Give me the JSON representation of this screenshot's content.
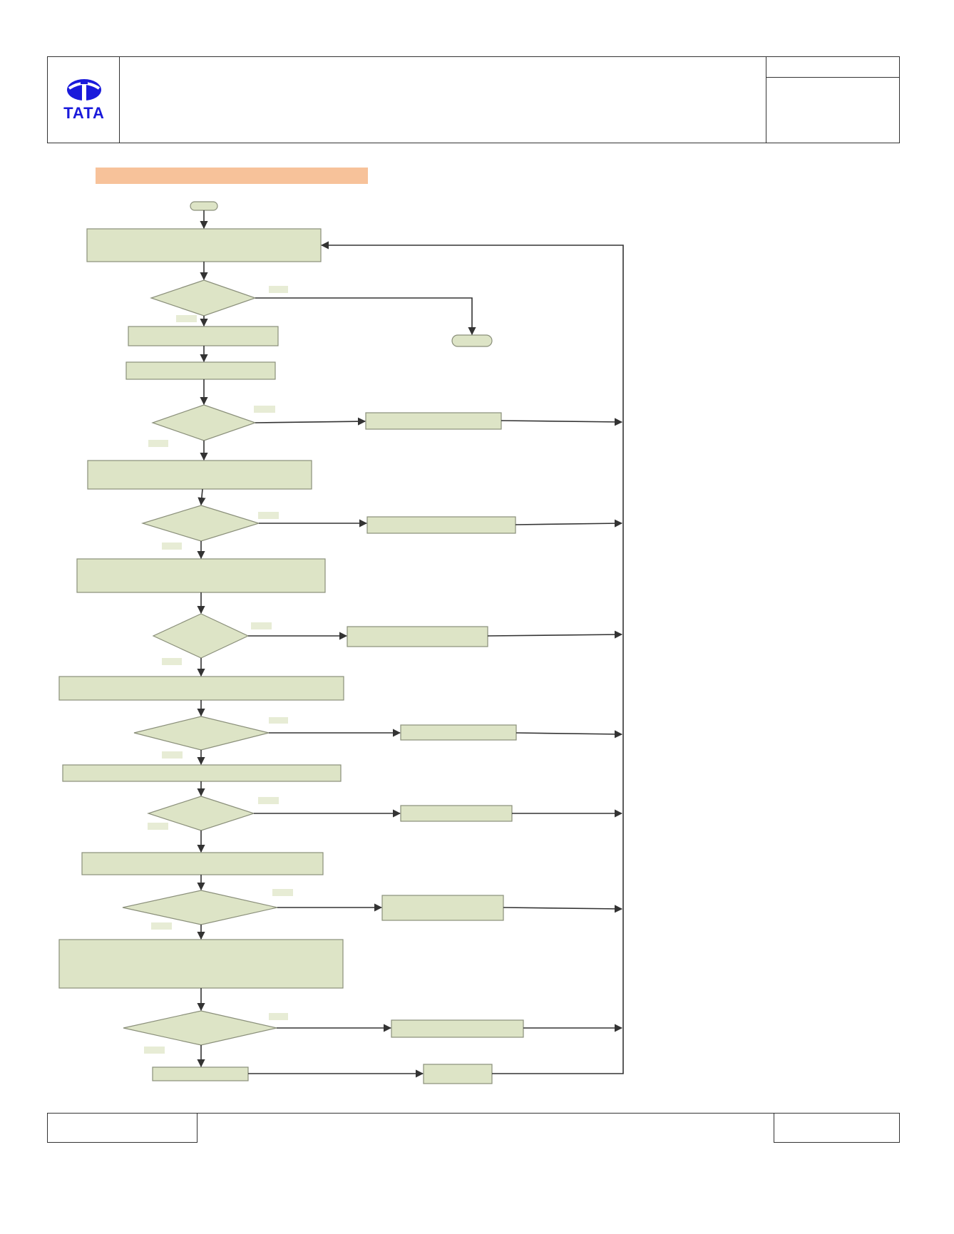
{
  "header": {
    "logo_text": "TATA",
    "brand_color": "#1a1adb"
  },
  "colors": {
    "box_fill": "#dde4c6",
    "box_stroke": "#8a8f7a",
    "connector": "#333333",
    "title_bar": "#f7c29a",
    "label_chip": "#e7ecd5"
  },
  "flowchart": {
    "shapes": [
      "terminator",
      "process",
      "decision",
      "connector-arrow",
      "yes-no-label"
    ],
    "text_visible": false
  }
}
